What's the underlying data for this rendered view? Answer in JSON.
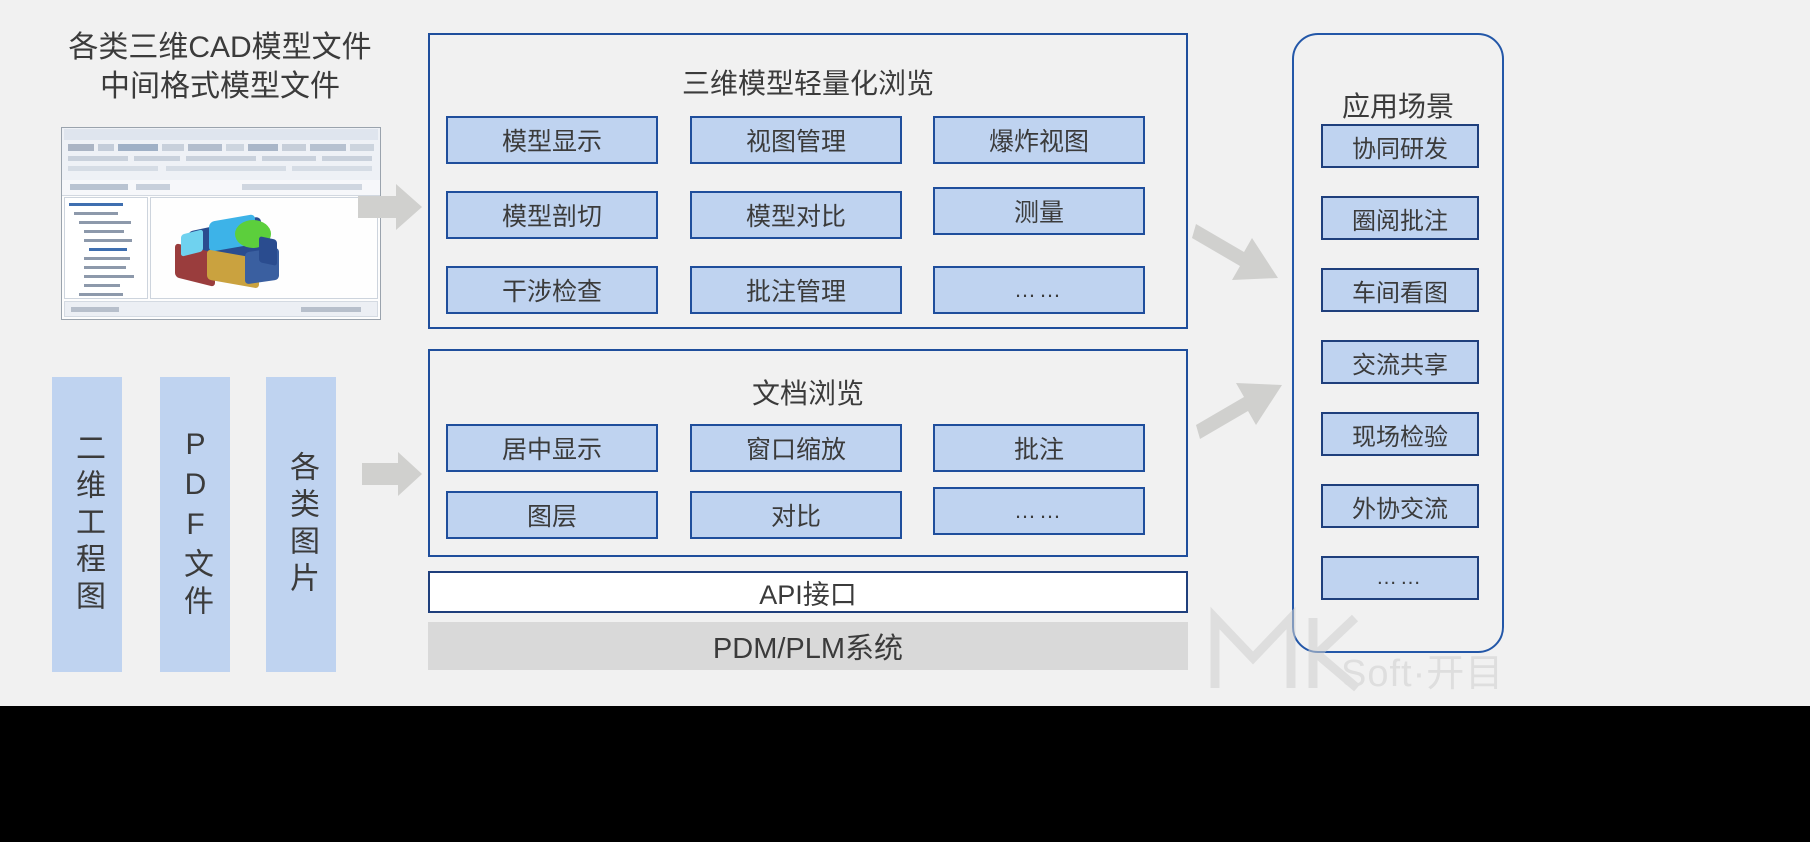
{
  "source": {
    "title_line1": "各类三维CAD模型文件",
    "title_line2": "中间格式模型文件",
    "thumbnail_name": "cad-software-screenshot",
    "columns": [
      {
        "label": "二维工程图",
        "name": "2d-drawing"
      },
      {
        "label": "PDF文件",
        "name": "pdf-file"
      },
      {
        "label": "各类图片",
        "name": "images"
      }
    ]
  },
  "model_panel": {
    "title": "三维模型轻量化浏览",
    "buttons": [
      "模型显示",
      "视图管理",
      "爆炸视图",
      "模型剖切",
      "模型对比",
      "测量",
      "干涉检查",
      "批注管理",
      "……"
    ]
  },
  "doc_panel": {
    "title": "文档浏览",
    "buttons": [
      "居中显示",
      "窗口缩放",
      "批注",
      "图层",
      "对比",
      "……"
    ]
  },
  "bars": {
    "api": "API接口",
    "pdm": "PDM/PLM系统"
  },
  "scenarios": {
    "title": "应用场景",
    "items": [
      "协同研发",
      "圈阅批注",
      "车间看图",
      "交流共享",
      "现场检验",
      "外协交流",
      "……"
    ]
  },
  "watermark": {
    "text": "Soft·开目"
  },
  "arrows": [
    {
      "name": "arrow-source-to-model"
    },
    {
      "name": "arrow-source-to-doc"
    },
    {
      "name": "arrow-model-to-scenarios"
    },
    {
      "name": "arrow-doc-to-scenarios"
    }
  ],
  "colors": {
    "panel_border": "#1f4e9c",
    "button_fill": "#bfd3f0",
    "button_border": "#1f3f7c",
    "scenario_border": "#2357a8",
    "background": "#f1f1f1",
    "pdm_fill": "#d9d9d9",
    "arrow_fill": "#d0d0ce",
    "text": "#3b3b3b"
  }
}
